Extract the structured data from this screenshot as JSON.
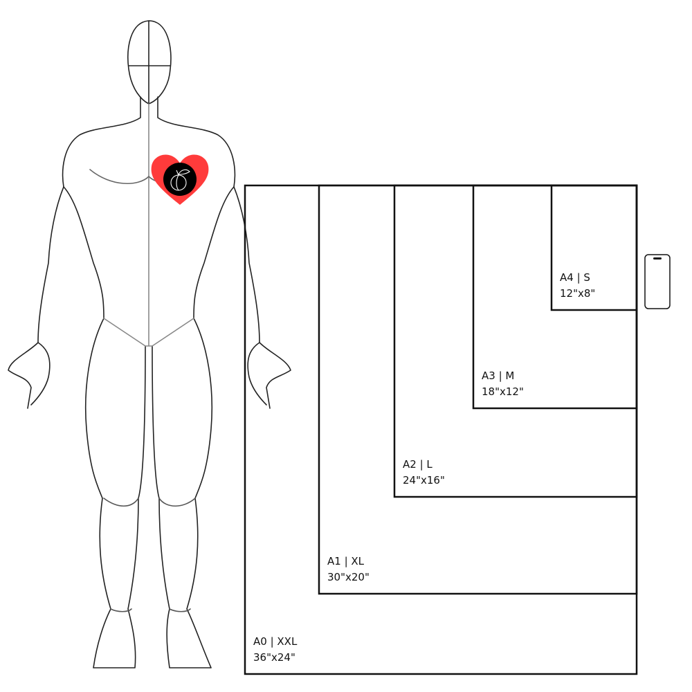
{
  "sizes": [
    {
      "name": "A0 | XXL",
      "dims": "36\"x24\""
    },
    {
      "name": "A1 | XL",
      "dims": "30\"x20\""
    },
    {
      "name": "A2 | L",
      "dims": "24\"x16\""
    },
    {
      "name": "A3 | M",
      "dims": "18\"x12\""
    },
    {
      "name": "A4 | S",
      "dims": "12\"x8\""
    }
  ],
  "colors": {
    "heart": "#ff3b3b",
    "logo_bg": "#000000",
    "lines": "#111111"
  },
  "icons": {
    "logo": "peach-icon",
    "phone": "smartphone-icon"
  }
}
